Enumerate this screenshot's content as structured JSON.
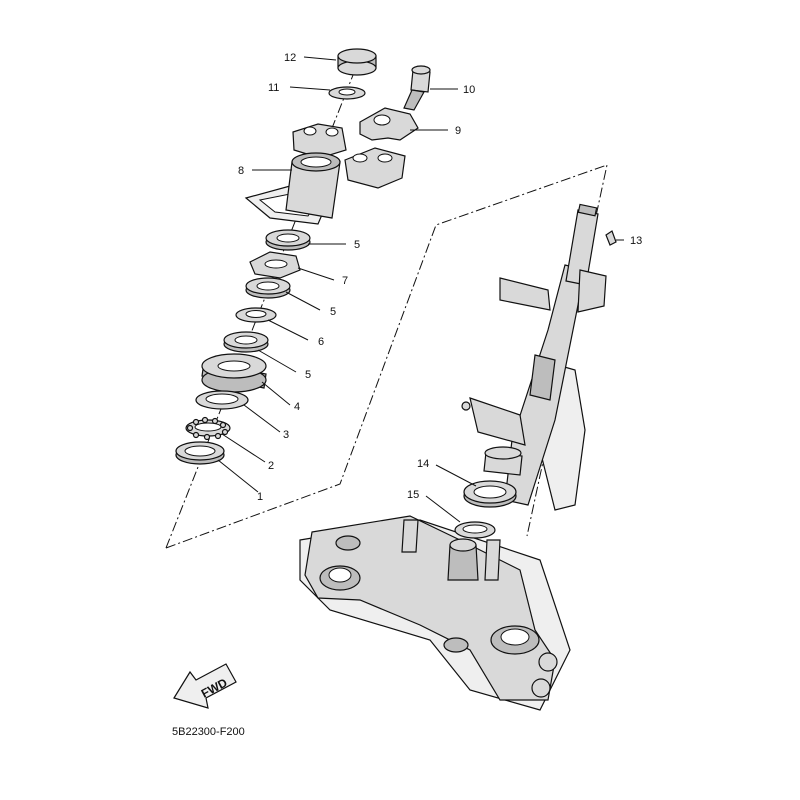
{
  "diagram": {
    "code": "5B22300-F200",
    "fwd_label": "FWD",
    "callouts": {
      "c1": "1",
      "c2": "2",
      "c3": "3",
      "c4": "4",
      "c5a": "5",
      "c5b": "5",
      "c5c": "5",
      "c6": "6",
      "c7": "7",
      "c8": "8",
      "c9": "9",
      "c10": "10",
      "c11": "11",
      "c12": "12",
      "c13": "13",
      "c14": "14",
      "c15": "15"
    }
  }
}
